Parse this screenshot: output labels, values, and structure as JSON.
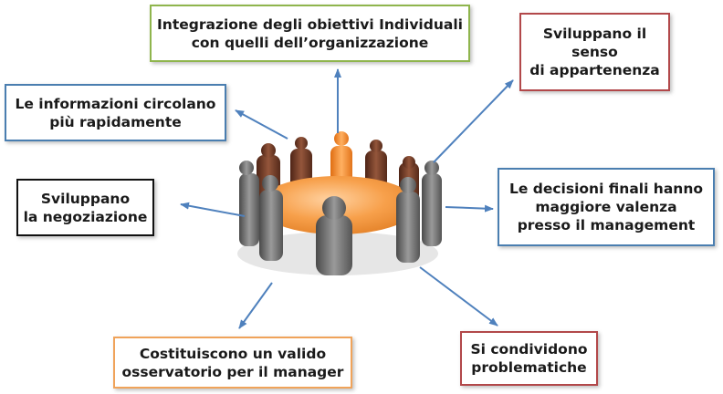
{
  "colors": {
    "arrow": "#4f81bd",
    "green": "#8fb54d",
    "red": "#b2484a",
    "blue": "#4a7eb0",
    "black": "#111111",
    "orange": "#f0a35a",
    "table": "#f49a4a",
    "figure_gray": "#6b6b6b",
    "figure_brown": "#6e3a26",
    "figure_orange": "#f3882c"
  },
  "boxes": {
    "top": {
      "text": "Integrazione degli obiettivi Individuali\ncon quelli dell’organizzazione",
      "border": "green"
    },
    "top_right": {
      "text": "Sviluppano il\nsenso\ndi appartenenza",
      "border": "red"
    },
    "left_upper": {
      "text": "Le informazioni circolano\npiù rapidamente",
      "border": "blue"
    },
    "right": {
      "text": "Le decisioni finali  hanno\nmaggiore valenza\npresso il management",
      "border": "blue"
    },
    "left": {
      "text": "Sviluppano\nla negoziazione",
      "border": "black"
    },
    "bottom_left": {
      "text": "Costituiscono un valido\nosservatorio per il manager",
      "border": "orange"
    },
    "bottom_right": {
      "text": "Si condividono\nproblematiche",
      "border": "red"
    }
  },
  "icons": {
    "center": "meeting-round-table-illustration",
    "arrows": "arrow-icon"
  }
}
